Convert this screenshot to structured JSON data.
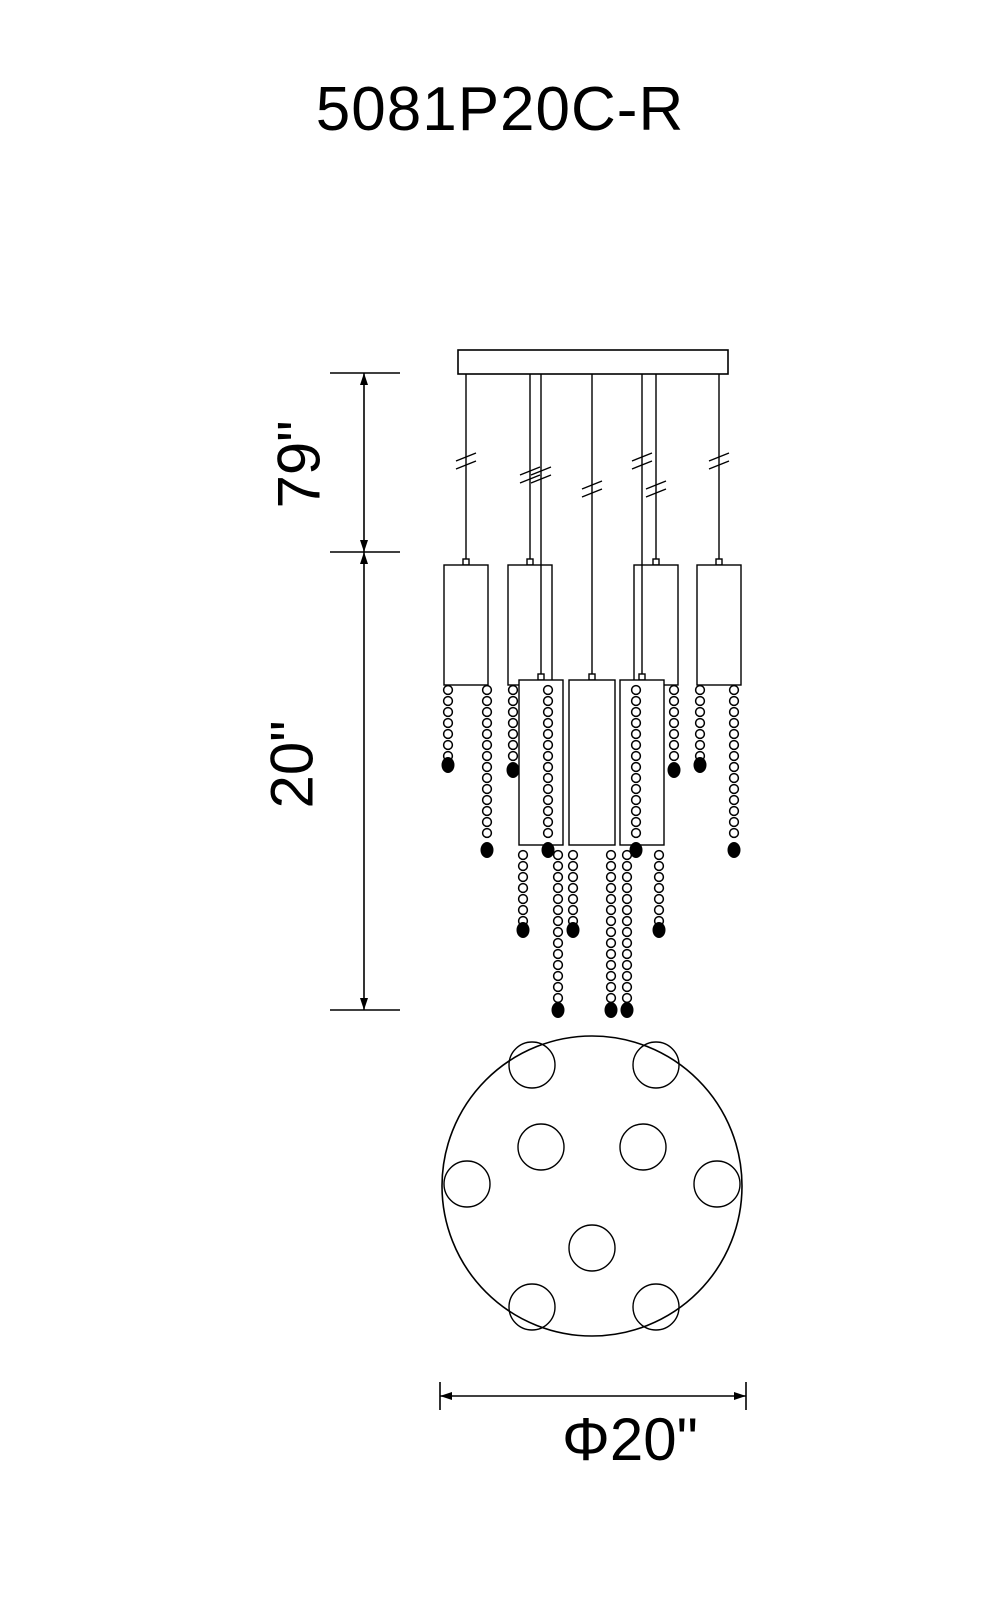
{
  "title": "5081P20C-R",
  "dimensions": {
    "cable_length": "79\"",
    "fixture_height": "20\"",
    "diameter": "Φ20\""
  },
  "colors": {
    "line": "#000000",
    "crystal": "#000000",
    "background": "#ffffff"
  }
}
